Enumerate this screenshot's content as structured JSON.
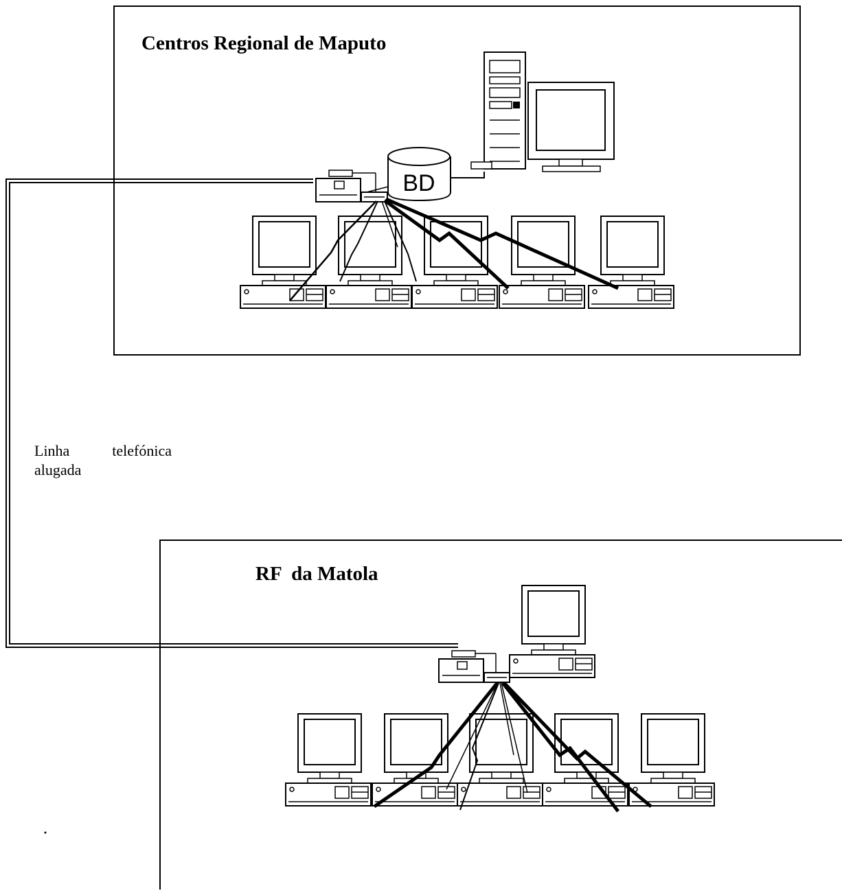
{
  "regions": [
    {
      "title": "Centros Regional de Maputo"
    },
    {
      "title": "RF  da Matola"
    }
  ],
  "database": {
    "label": "BD"
  },
  "link": {
    "label_line1": "Linha  telefónica",
    "label_line2": "alugada"
  },
  "icons": [
    "computer-icon",
    "server-tower-icon",
    "monitor-icon",
    "database-icon",
    "modem-icon",
    "hub-icon"
  ]
}
